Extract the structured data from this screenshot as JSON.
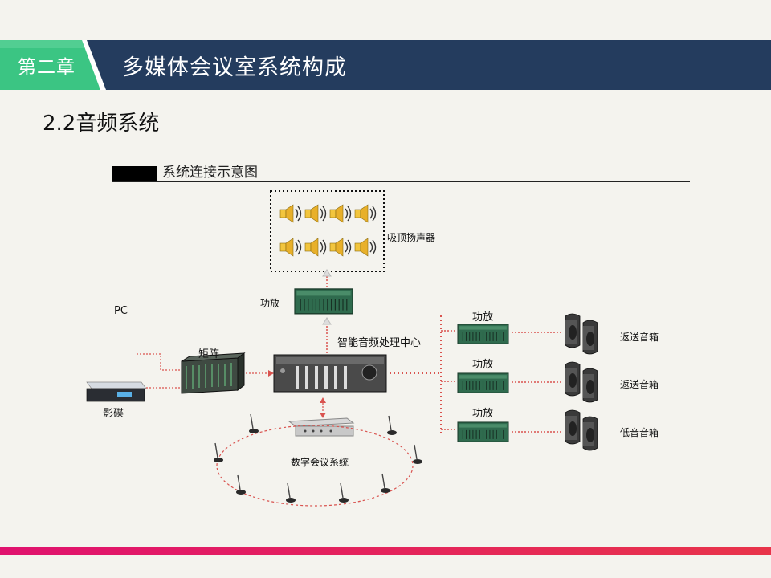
{
  "header": {
    "chapter_label": "第二章",
    "title": "多媒体会议室系统构成",
    "bar_color": "#243c5e",
    "chapter_color": "#3bc583"
  },
  "section_title": "2.2音频系统",
  "diagram": {
    "caption": "系统连接示意图",
    "labels": {
      "ceiling_speakers": "吸顶扬声器",
      "amp_top": "功放",
      "pc": "PC",
      "matrix": "矩阵",
      "dvd": "影碟",
      "dsp_center": "智能音频处理中心",
      "amp_1": "功放",
      "amp_2": "功放",
      "amp_3": "功放",
      "speaker_1": "返送音箱",
      "speaker_2": "返送音箱",
      "speaker_3": "低音音箱",
      "conference": "数字会议系统"
    },
    "colors": {
      "signal_line": "#d9534f",
      "amp_green": "#2f6b4e"
    }
  },
  "footer": {
    "rule_colors": [
      "#e0126e",
      "#e8344a"
    ]
  }
}
